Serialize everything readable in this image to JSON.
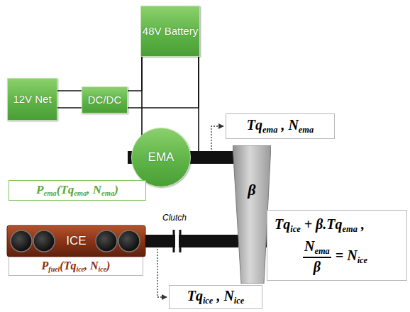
{
  "diagram": {
    "nodes": [
      {
        "text": [
          "48V Battery"
        ]
      },
      {
        "text": [
          "12V Net"
        ]
      },
      {
        "text": [
          "DC/DC"
        ]
      },
      {
        "text": [
          "EMA"
        ]
      },
      {
        "text": [
          "Pema(Tqema, Nema)"
        ]
      },
      {
        "text": [
          "Tqema , Nema"
        ]
      },
      {
        "text": [
          "β"
        ]
      },
      {
        "text": [
          "ICE"
        ]
      },
      {
        "text": [
          "Pfuel(Tqice, Nice)"
        ]
      },
      {
        "text": [
          "Tqice + β.Tqema ,",
          "Nema",
          "β",
          "= Nice"
        ]
      },
      {
        "text": [
          "Tqice , Nice"
        ]
      }
    ],
    "edges": [
      {
        "from": 1,
        "to": 2,
        "arrow": "none"
      },
      {
        "from": 2,
        "to": 0,
        "arrow": "none"
      },
      {
        "from": 0,
        "to": 3,
        "arrow": "none"
      },
      {
        "from": 3,
        "to": 6,
        "arrow": "none"
      },
      {
        "from": 7,
        "to": 6,
        "arrow": "none"
      },
      {
        "from": 6,
        "to": 9,
        "arrow": "none"
      }
    ],
    "labels": [
      "Clutch"
    ]
  }
}
